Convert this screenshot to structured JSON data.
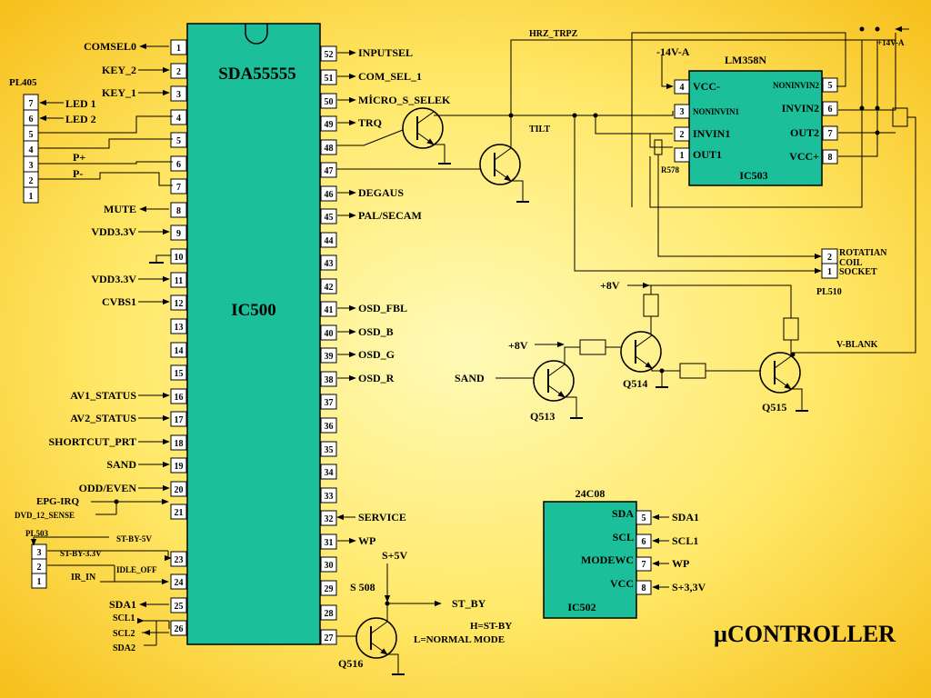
{
  "ic500": {
    "part": "SDA55555",
    "ref": "IC500",
    "left_pins": [
      {
        "n": "1",
        "label": "COMSEL0",
        "dir": "out"
      },
      {
        "n": "2",
        "label": "KEY_2",
        "dir": "in"
      },
      {
        "n": "3",
        "label": "KEY_1",
        "dir": "in"
      },
      {
        "n": "4",
        "label": "",
        "dir": "none"
      },
      {
        "n": "5",
        "label": "",
        "dir": "none"
      },
      {
        "n": "6",
        "label": "",
        "dir": "none"
      },
      {
        "n": "7",
        "label": "",
        "dir": "none"
      },
      {
        "n": "8",
        "label": "MUTE",
        "dir": "out"
      },
      {
        "n": "9",
        "label": "VDD3.3V",
        "dir": "in"
      },
      {
        "n": "10",
        "label": "",
        "dir": "gnd"
      },
      {
        "n": "11",
        "label": "VDD3.3V",
        "dir": "in"
      },
      {
        "n": "12",
        "label": "CVBS1",
        "dir": "in"
      },
      {
        "n": "13",
        "label": "",
        "dir": "none"
      },
      {
        "n": "14",
        "label": "",
        "dir": "none"
      },
      {
        "n": "15",
        "label": "",
        "dir": "none"
      },
      {
        "n": "16",
        "label": "AV1_STATUS",
        "dir": "in"
      },
      {
        "n": "17",
        "label": "AV2_STATUS",
        "dir": "in"
      },
      {
        "n": "18",
        "label": "SHORTCUT_PRT",
        "dir": "in"
      },
      {
        "n": "19",
        "label": "SAND",
        "dir": "in"
      },
      {
        "n": "20",
        "label": "ODD/EVEN",
        "dir": "in"
      },
      {
        "n": "21",
        "label": "",
        "dir": "none"
      },
      {
        "n": "23",
        "label": "",
        "dir": "none"
      },
      {
        "n": "24",
        "label": "",
        "dir": "none"
      },
      {
        "n": "25",
        "label": "SDA1",
        "dir": "out"
      },
      {
        "n": "26",
        "label": "",
        "dir": "none"
      }
    ],
    "right_pins": [
      {
        "n": "52",
        "label": "INPUTSEL",
        "dir": "out"
      },
      {
        "n": "51",
        "label": "COM_SEL_1",
        "dir": "out"
      },
      {
        "n": "50",
        "label": "MİCRO_S_SELEK",
        "dir": "out"
      },
      {
        "n": "49",
        "label": "TRQ",
        "dir": "out"
      },
      {
        "n": "48",
        "label": "",
        "dir": "none"
      },
      {
        "n": "47",
        "label": "",
        "dir": "none"
      },
      {
        "n": "46",
        "label": "DEGAUS",
        "dir": "out"
      },
      {
        "n": "45",
        "label": "PAL/SECAM",
        "dir": "out"
      },
      {
        "n": "44",
        "label": "",
        "dir": "none"
      },
      {
        "n": "43",
        "label": "",
        "dir": "none"
      },
      {
        "n": "42",
        "label": "",
        "dir": "none"
      },
      {
        "n": "41",
        "label": "OSD_FBL",
        "dir": "out"
      },
      {
        "n": "40",
        "label": "OSD_B",
        "dir": "out"
      },
      {
        "n": "39",
        "label": "OSD_G",
        "dir": "out"
      },
      {
        "n": "38",
        "label": "OSD_R",
        "dir": "out"
      },
      {
        "n": "37",
        "label": "",
        "dir": "none"
      },
      {
        "n": "36",
        "label": "",
        "dir": "none"
      },
      {
        "n": "35",
        "label": "",
        "dir": "none"
      },
      {
        "n": "34",
        "label": "",
        "dir": "none"
      },
      {
        "n": "33",
        "label": "",
        "dir": "none"
      },
      {
        "n": "32",
        "label": "SERVICE",
        "dir": "in"
      },
      {
        "n": "31",
        "label": "WP",
        "dir": "out"
      },
      {
        "n": "30",
        "label": "",
        "dir": "none"
      },
      {
        "n": "29",
        "label": "",
        "dir": "none"
      },
      {
        "n": "28",
        "label": "",
        "dir": "none"
      },
      {
        "n": "27",
        "label": "",
        "dir": "none"
      }
    ]
  },
  "left_labels": {
    "epg_irq": "EPG-IRQ",
    "dvd_sense": "DVD_12_SENSE",
    "st_by_5v": "ST-BY-5V",
    "st_by_33v": "ST-BY-3.3V",
    "idle_off": "IDLE_OFF",
    "ir_in": "IR_IN",
    "scl1": "SCL1",
    "scl2": "SCL2",
    "sda2": "SDA2"
  },
  "pl405": {
    "ref": "PL405",
    "pins": [
      "7",
      "6",
      "5",
      "4",
      "3",
      "2",
      "1"
    ],
    "led1": "LED 1",
    "led2": "LED 2",
    "pplus": "P+",
    "pminus": "P-"
  },
  "pl503": {
    "ref": "PL503",
    "pins": [
      "3",
      "2",
      "1"
    ]
  },
  "ic503": {
    "part": "LM358N",
    "ref": "IC503",
    "left_pins": [
      {
        "n": "4",
        "label": "VCC-"
      },
      {
        "n": "3",
        "label": "NONINVIN1"
      },
      {
        "n": "2",
        "label": "INVIN1"
      },
      {
        "n": "1",
        "label": "OUT1"
      }
    ],
    "right_pins": [
      {
        "n": "5",
        "label": "NONINVIN2"
      },
      {
        "n": "6",
        "label": "INVIN2"
      },
      {
        "n": "7",
        "label": "OUT2"
      },
      {
        "n": "8",
        "label": "VCC+"
      }
    ]
  },
  "top_labels": {
    "hrz_trpz": "HRZ_TRPZ",
    "minus14": "-14V-A",
    "plus14": "+14V-A",
    "tilt": "TILT",
    "r578": "R578"
  },
  "pl510": {
    "ref": "PL510",
    "pins": [
      {
        "n": "2",
        "label": "ROTATIAN"
      },
      {
        "n": "1",
        "label": "SOCKET"
      }
    ],
    "coil": "COIL"
  },
  "transistors": {
    "plus8_a": "+8V",
    "plus8_b": "+8V",
    "sand": "SAND",
    "q513": "Q513",
    "q514": "Q514",
    "q515": "Q515",
    "vblank": "V-BLANK",
    "q516": "Q516",
    "s508": "S 508",
    "s5v": "S+5V",
    "st_by": "ST_BY",
    "mode1": "H=ST-BY",
    "mode2": "L=NORMAL MODE"
  },
  "ic502": {
    "part": "24C08",
    "ref": "IC502",
    "pins": [
      {
        "n": "5",
        "inner": "SDA",
        "outer": "SDA1"
      },
      {
        "n": "6",
        "inner": "SCL",
        "outer": "SCL1"
      },
      {
        "n": "7",
        "inner": "MODEWC",
        "outer": "WP"
      },
      {
        "n": "8",
        "inner": "VCC",
        "outer": "S+3,3V"
      }
    ]
  },
  "title": "µCONTROLLER",
  "colors": {
    "chip": "#1bbf9a",
    "bg_outer": "#f8c21a",
    "bg_inner": "#fff9a8"
  }
}
